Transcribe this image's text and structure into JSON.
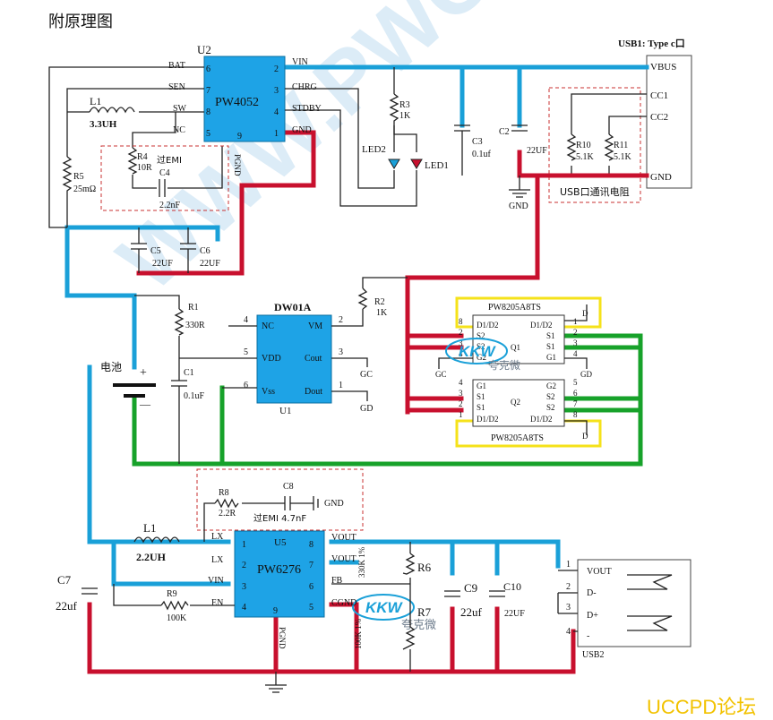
{
  "title": "附原理图",
  "forum": "UCCPD论坛",
  "watermark": "WWW.PWC",
  "colors": {
    "blue": "#1aa0d8",
    "red": "#c8102e",
    "green": "#17a22a",
    "chip": "#1ea3e6",
    "yellow": "#f5e21a"
  },
  "usb1": {
    "title": "USB1: Type c口",
    "pins": [
      "VBUS",
      "CC1",
      "CC2",
      "GND"
    ],
    "note": "USB口通讯电阻"
  },
  "u2": {
    "ref": "U2",
    "name": "PW4052",
    "left_pins": [
      {
        "label": "BAT",
        "num": "6"
      },
      {
        "label": "SEN",
        "num": "7"
      },
      {
        "label": "SW",
        "num": "8"
      },
      {
        "label": "NC",
        "num": "5"
      }
    ],
    "right_pins": [
      {
        "label": "VIN",
        "num": "2"
      },
      {
        "label": "CHRG",
        "num": "3"
      },
      {
        "label": "STDBY",
        "num": "4"
      },
      {
        "label": "GND",
        "num": "1"
      }
    ],
    "bottom_pin": {
      "num": "9",
      "label": "PGND"
    }
  },
  "l1_top": {
    "ref": "L1",
    "value": "3.3UH"
  },
  "r4": {
    "ref": "R4",
    "value": "10R"
  },
  "c4": {
    "ref": "C4",
    "value": "2.2nF",
    "note": "过EMI"
  },
  "r5": {
    "ref": "R5",
    "value": "25mΩ"
  },
  "c5": {
    "ref": "C5",
    "value": "22UF"
  },
  "c6": {
    "ref": "C6",
    "value": "22UF"
  },
  "r3": {
    "ref": "R3",
    "value": "1K"
  },
  "led2": "LED2",
  "led1": "LED1",
  "c3": {
    "ref": "C3",
    "value": "0.1uf"
  },
  "c2": {
    "ref": "C2",
    "value": "22UF"
  },
  "r10": {
    "ref": "R10",
    "value": "5.1K"
  },
  "r11": {
    "ref": "R11",
    "value": "5.1K"
  },
  "gnd": "GND",
  "u1": {
    "ref": "U1",
    "name": "DW01A",
    "left_pins": [
      {
        "label": "NC",
        "num": "4"
      },
      {
        "label": "VDD",
        "num": "5"
      },
      {
        "label": "Vss",
        "num": "6"
      }
    ],
    "right_pins": [
      {
        "label": "VM",
        "num": "2"
      },
      {
        "label": "Cout",
        "num": "3"
      },
      {
        "label": "Dout",
        "num": "1"
      }
    ],
    "gc": "GC",
    "gd": "GD"
  },
  "r1": {
    "ref": "R1",
    "value": "330R"
  },
  "c1": {
    "ref": "C1",
    "value": "0.1uF"
  },
  "r2": {
    "ref": "R2",
    "value": "1K"
  },
  "battery": {
    "label": "电池",
    "plus": "+",
    "minus": "—"
  },
  "q1": {
    "part": "PW8205A8TS",
    "ref": "Q1",
    "left": [
      {
        "num": "8",
        "label": "D1/D2"
      },
      {
        "num": "2",
        "label": "S2"
      },
      {
        "num": "3",
        "label": "S2"
      },
      {
        "num": "4",
        "label": "G2"
      }
    ],
    "right": [
      {
        "num": "1",
        "label": "D1/D2"
      },
      {
        "num": "2",
        "label": "S1"
      },
      {
        "num": "3",
        "label": "S1"
      },
      {
        "num": "4",
        "label": "G1"
      }
    ],
    "gc": "GC",
    "gd": "GD",
    "d": "D"
  },
  "q2": {
    "part": "PW8205A8TS",
    "ref": "Q2",
    "left": [
      {
        "num": "4",
        "label": "G1"
      },
      {
        "num": "3",
        "label": "S1"
      },
      {
        "num": "2",
        "label": "S1"
      },
      {
        "num": "1",
        "label": "D1/D2"
      }
    ],
    "right": [
      {
        "num": "5",
        "label": "G2"
      },
      {
        "num": "6",
        "label": "S2"
      },
      {
        "num": "7",
        "label": "S2"
      },
      {
        "num": "8",
        "label": "D1/D2"
      }
    ],
    "d": "D"
  },
  "kkw": {
    "logo": "KKW",
    "text": "夸克微"
  },
  "u5": {
    "ref": "U5",
    "name": "PW6276",
    "left_pins": [
      {
        "label": "LX",
        "num": "1"
      },
      {
        "label": "LX",
        "num": "2"
      },
      {
        "label": "VIN",
        "num": "3"
      },
      {
        "label": "EN",
        "num": "4"
      }
    ],
    "right_pins": [
      {
        "label": "VOUT",
        "num": "8"
      },
      {
        "label": "VOUT",
        "num": "7"
      },
      {
        "label": "FB",
        "num": "6"
      },
      {
        "label": "CGND",
        "num": "5"
      }
    ],
    "bottom_pin": {
      "num": "9",
      "label": "PGND"
    }
  },
  "r8": {
    "ref": "R8",
    "value": "2.2R"
  },
  "c8": {
    "ref": "C8",
    "value": "过EMI 4.7nF",
    "gnd": "GND"
  },
  "l1_bot": {
    "ref": "L1",
    "value": "2.2UH"
  },
  "r9": {
    "ref": "R9",
    "value": "100K"
  },
  "c7": {
    "ref": "C7",
    "value": "22uf"
  },
  "r6": {
    "ref": "R6",
    "value": "330K 1%"
  },
  "r7": {
    "ref": "R7",
    "value": "100K 1%"
  },
  "c9": {
    "ref": "C9",
    "value": "22uf"
  },
  "c10": {
    "ref": "C10",
    "value": "22UF"
  },
  "usb2": {
    "ref": "USB2",
    "pins": [
      {
        "num": "1",
        "label": "VOUT"
      },
      {
        "num": "2",
        "label": "D-"
      },
      {
        "num": "3",
        "label": "D+"
      },
      {
        "num": "4",
        "label": "-"
      }
    ]
  }
}
